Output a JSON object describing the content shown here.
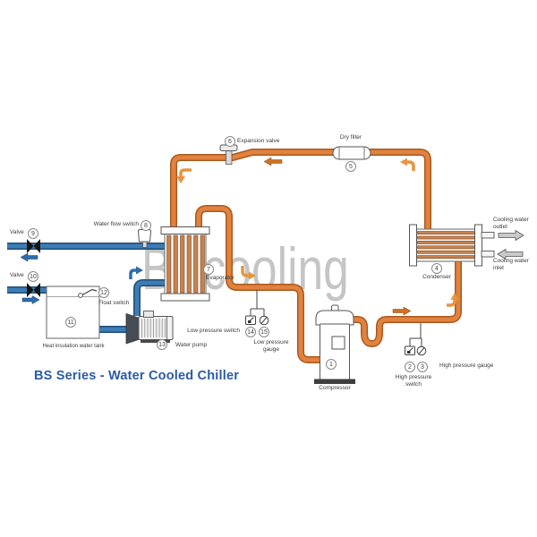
{
  "page": {
    "title": "BS Series - Water Cooled Chiller",
    "watermark": "BScooling"
  },
  "colors": {
    "pipe_orange": "#e1823e",
    "pipe_orange_border": "#a9591d",
    "pipe_blue": "#3e7cb6",
    "pipe_blue_border": "#1d4e79",
    "tube": "#c8824f",
    "title_blue": "#2b5ba8",
    "watermark_gray": "#c5c5c5"
  },
  "components": {
    "compressor": {
      "num": "1",
      "label": "Compressor"
    },
    "high_pressure_switch": {
      "num": "2",
      "label": "High pressure switch"
    },
    "high_pressure_gauge": {
      "num": "3",
      "label": "High pressure gauge"
    },
    "condenser": {
      "num": "4",
      "label": "Condenser"
    },
    "dry_filter": {
      "num": "5",
      "label": "Dry filter"
    },
    "expansion_valve": {
      "num": "6",
      "label": "Expansion valve"
    },
    "evaporator": {
      "num": "7",
      "label": "Evaporator"
    },
    "water_flow_switch": {
      "num": "8",
      "label": "Water flow switch"
    },
    "valve_out": {
      "num": "9",
      "label": "Valve"
    },
    "valve_in": {
      "num": "10",
      "label": "Valve"
    },
    "water_tank": {
      "num": "11",
      "label": "Heat insulation water tank"
    },
    "float_switch": {
      "num": "12",
      "label": "Float switch"
    },
    "water_pump": {
      "num": "13",
      "label": "Water pump"
    },
    "low_pressure_switch": {
      "num": "14",
      "label": "Low pressure switch"
    },
    "low_pressure_gauge": {
      "num": "15",
      "label": "Low pressure gauge"
    }
  },
  "annotations": {
    "cooling_water_outlet": "Cooling water outlet",
    "cooling_water_inlet": "Cooling water inlet"
  }
}
